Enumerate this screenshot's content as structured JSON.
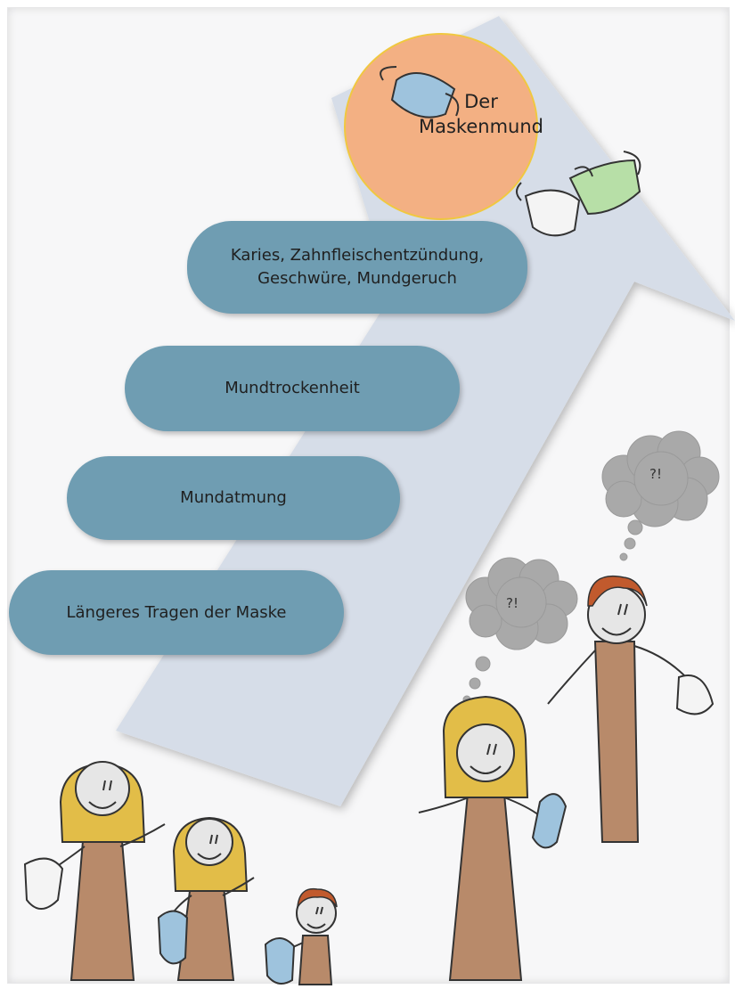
{
  "title": {
    "line1": "Der",
    "line2": "Maskenmund"
  },
  "steps": [
    {
      "label": "Längeres Tragen der Maske"
    },
    {
      "label": "Mundatmung"
    },
    {
      "label": "Mundtrockenheit"
    },
    {
      "label": "Karies, Zahnfleischentzündung,\nGeschwüre, Mundgeruch"
    }
  ],
  "thought_bubbles": [
    {
      "text": "?!"
    },
    {
      "text": "?!"
    }
  ],
  "colors": {
    "arrow": "#d5dce7",
    "pill": "#6f9db2",
    "circle": "#f3b083",
    "mask_blue": "#9ec3dd",
    "mask_green": "#b7dfa7",
    "body": "#b88a6a",
    "blonde_hair": "#e2bd48",
    "red_hair": "#c15a2d",
    "cloud": "#a9a9a9"
  }
}
